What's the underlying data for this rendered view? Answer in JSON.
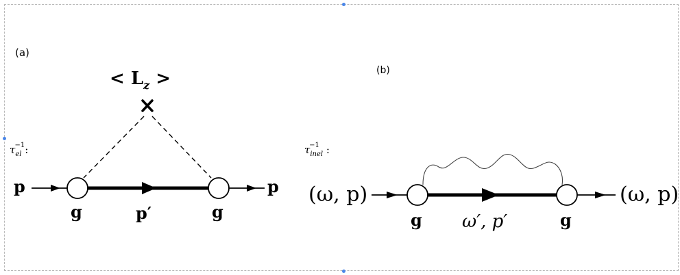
{
  "panel_a": {
    "label": "(a)",
    "tau": "τ",
    "tau_sub": "el",
    "tau_sup": "−1",
    "tau_colon": ":",
    "expectation": "< L",
    "expectation_sub": "z",
    "expectation_close": " >",
    "cross": "✕",
    "in_momentum": "p",
    "out_momentum": "p",
    "left_vertex": "g",
    "right_vertex": "g",
    "internal_momentum": "p′"
  },
  "panel_b": {
    "label": "(b)",
    "tau": "τ",
    "tau_sub": "inel",
    "tau_sup": "−1",
    "tau_colon": ":",
    "in_label": "(ω, p)",
    "out_label": "(ω, p)",
    "left_vertex": "g",
    "right_vertex": "g",
    "internal_label": "ω′, p′"
  }
}
